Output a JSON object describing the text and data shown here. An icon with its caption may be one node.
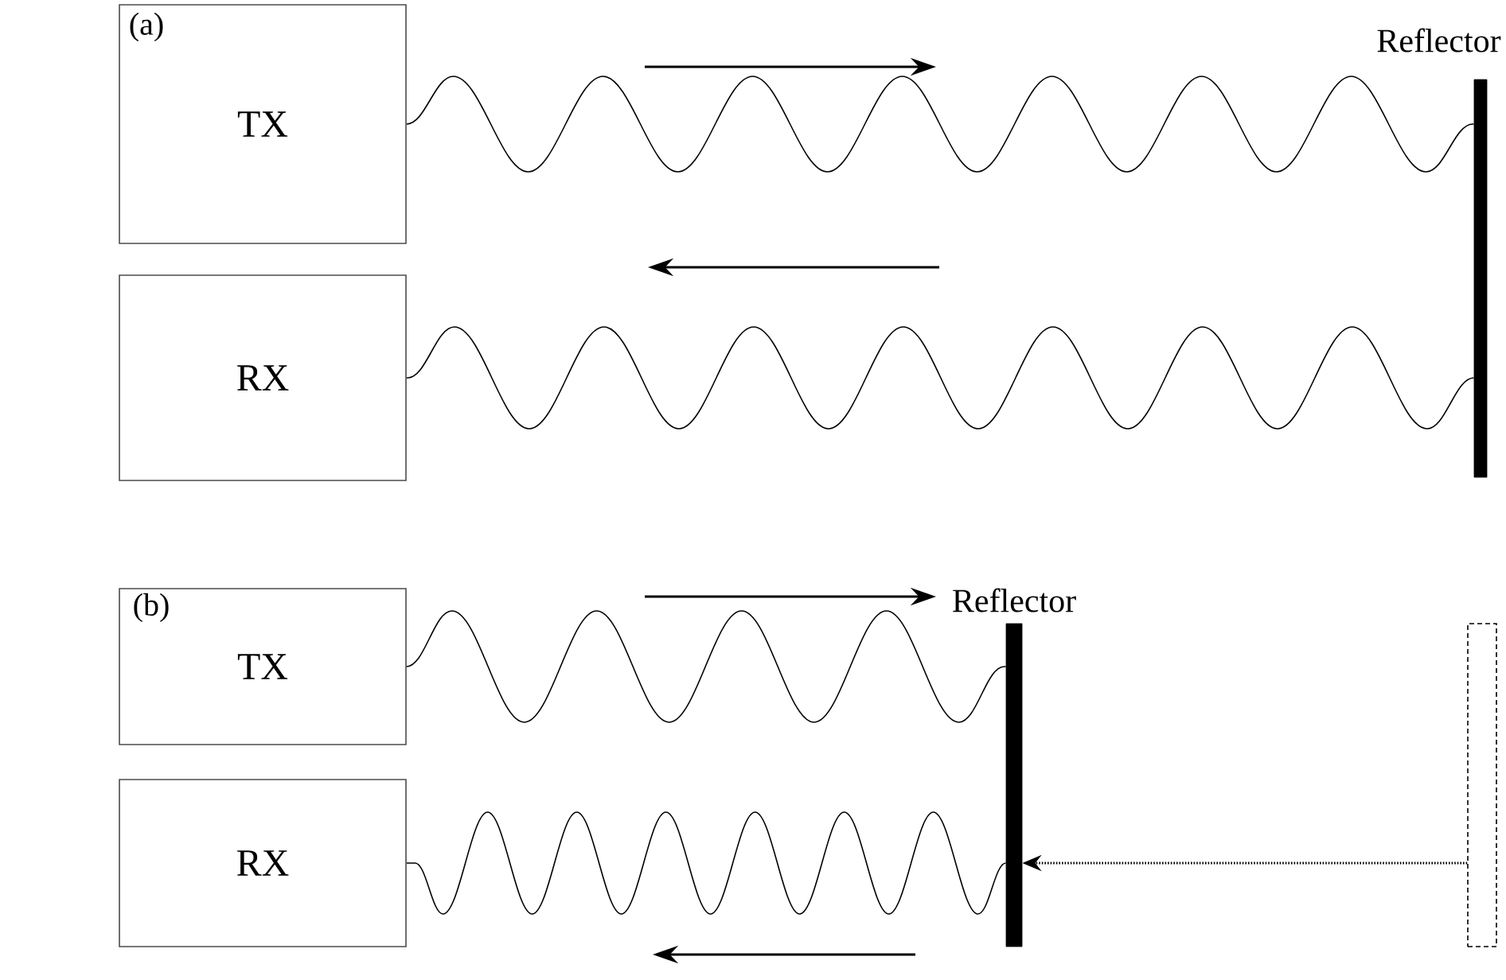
{
  "diagram": {
    "nodes": [
      {
        "text": [
          "TX"
        ]
      },
      {
        "text": [
          "RX"
        ]
      },
      {
        "text": [],
        "shape": "bar",
        "beside": [
          "Reflector"
        ]
      },
      {
        "text": [
          "TX"
        ]
      },
      {
        "text": [
          "RX"
        ]
      },
      {
        "text": [],
        "shape": "bar",
        "beside": [
          "Reflector"
        ]
      },
      {
        "text": [],
        "shape": "bar"
      }
    ],
    "edges": [
      {
        "from": 0,
        "to": 2,
        "arrow": "none"
      },
      {
        "from": 2,
        "to": 1,
        "arrow": "none"
      },
      {
        "from": 3,
        "to": 5,
        "arrow": "none"
      },
      {
        "from": 5,
        "to": 4,
        "arrow": "none"
      },
      {
        "from": 6,
        "to": 5,
        "arrow": "to",
        "style": "dashed"
      }
    ],
    "labels": [
      "(a)",
      "(b)"
    ]
  }
}
